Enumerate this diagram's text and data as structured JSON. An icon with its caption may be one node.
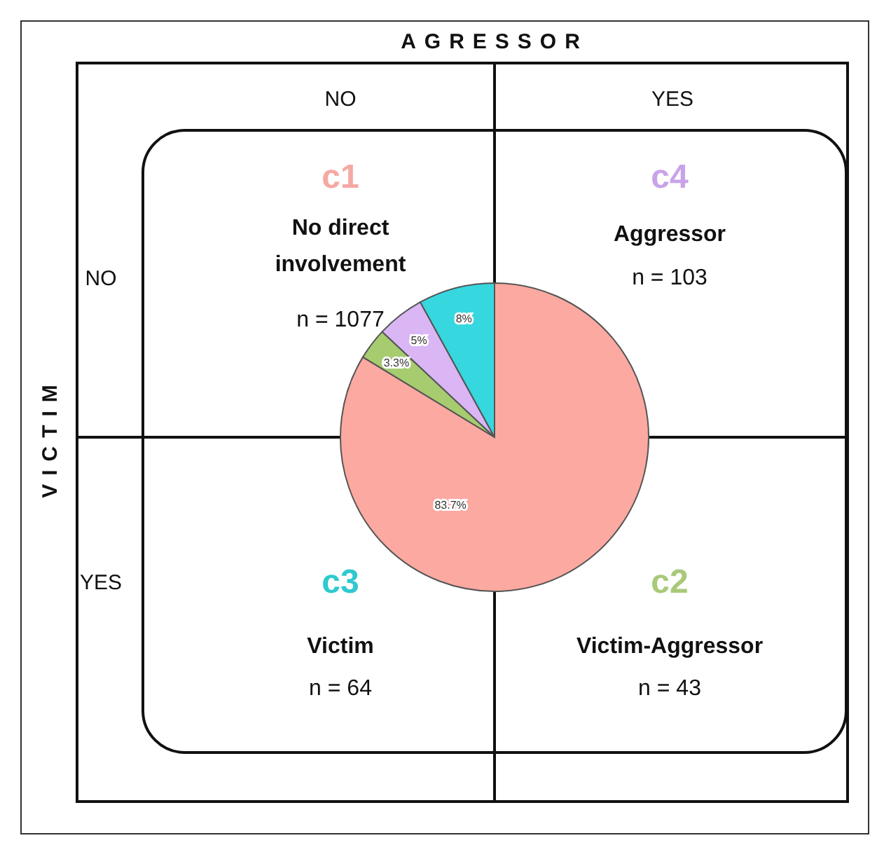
{
  "diagram": {
    "labels": [
      "AGRESSOR",
      "NO",
      "YES",
      "VICTIM",
      "NO",
      "c1",
      "No direct involvement",
      "n = 1077",
      "c4",
      "Aggressor",
      "n = 103",
      "YES",
      "c3",
      "Victim",
      "n = 64",
      "c2",
      "Victim-Aggressor",
      "n = 43"
    ],
    "chart_data": {
      "type": "pie",
      "values": [
        83.7,
        3.3,
        5,
        8
      ],
      "data_labels": true,
      "value_labels": [
        "83.7%",
        "3.3%",
        "5%",
        "8%"
      ]
    }
  }
}
